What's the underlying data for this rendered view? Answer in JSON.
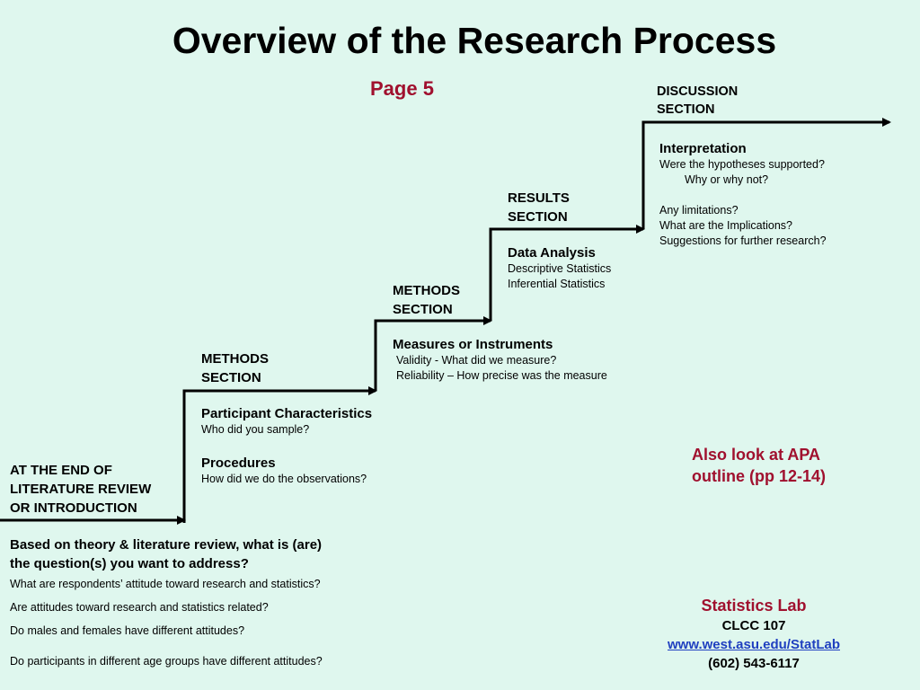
{
  "title": "Overview of the Research Process",
  "page_ref": "Page 5",
  "start": {
    "label_lines": [
      "AT THE END OF",
      "LITERATURE REVIEW",
      "OR INTRODUCTION"
    ]
  },
  "research_question": {
    "heading_lines": [
      "Based on theory & literature review, what is (are)",
      "the question(s) you want to address?"
    ],
    "questions": [
      "What are respondents’ attitude toward research and statistics?",
      "Are attitudes toward research and statistics related?",
      "Do males and females have different attitudes?",
      "Do participants in different age groups have different attitudes?"
    ]
  },
  "methods_1": {
    "section_lines": [
      "METHODS",
      "SECTION"
    ],
    "participant_heading": "Participant Characteristics",
    "participant_text": "Who did you sample?",
    "procedures_heading": "Procedures",
    "procedures_text": "How did we do the observations?"
  },
  "methods_2": {
    "section_lines": [
      "METHODS",
      "SECTION"
    ],
    "heading": "Measures or Instruments",
    "items": [
      "Validity - What did we measure?",
      "Reliability – How precise was the measure"
    ]
  },
  "results": {
    "section_lines": [
      "RESULTS",
      "SECTION"
    ],
    "heading": "Data Analysis",
    "items": [
      "Descriptive Statistics",
      "Inferential Statistics"
    ]
  },
  "discussion": {
    "section_lines": [
      "DISCUSSION",
      "SECTION"
    ],
    "heading": "Interpretation",
    "items": [
      "Were the hypotheses supported?",
      "Why or why not?",
      "Any limitations?",
      "What are the Implications?",
      "Suggestions for further research?"
    ]
  },
  "apa_note_lines": [
    "Also look at APA",
    "outline (pp 12-14)"
  ],
  "stat_lab": {
    "name": "Statistics Lab",
    "room": "CLCC 107",
    "url": "www.west.asu.edu/StatLab",
    "phone": "(602) 543-6117"
  },
  "colors": {
    "background": "#dff7ee",
    "accent_red": "#a0102e",
    "link_blue": "#1f3fc0",
    "line": "#000000"
  }
}
